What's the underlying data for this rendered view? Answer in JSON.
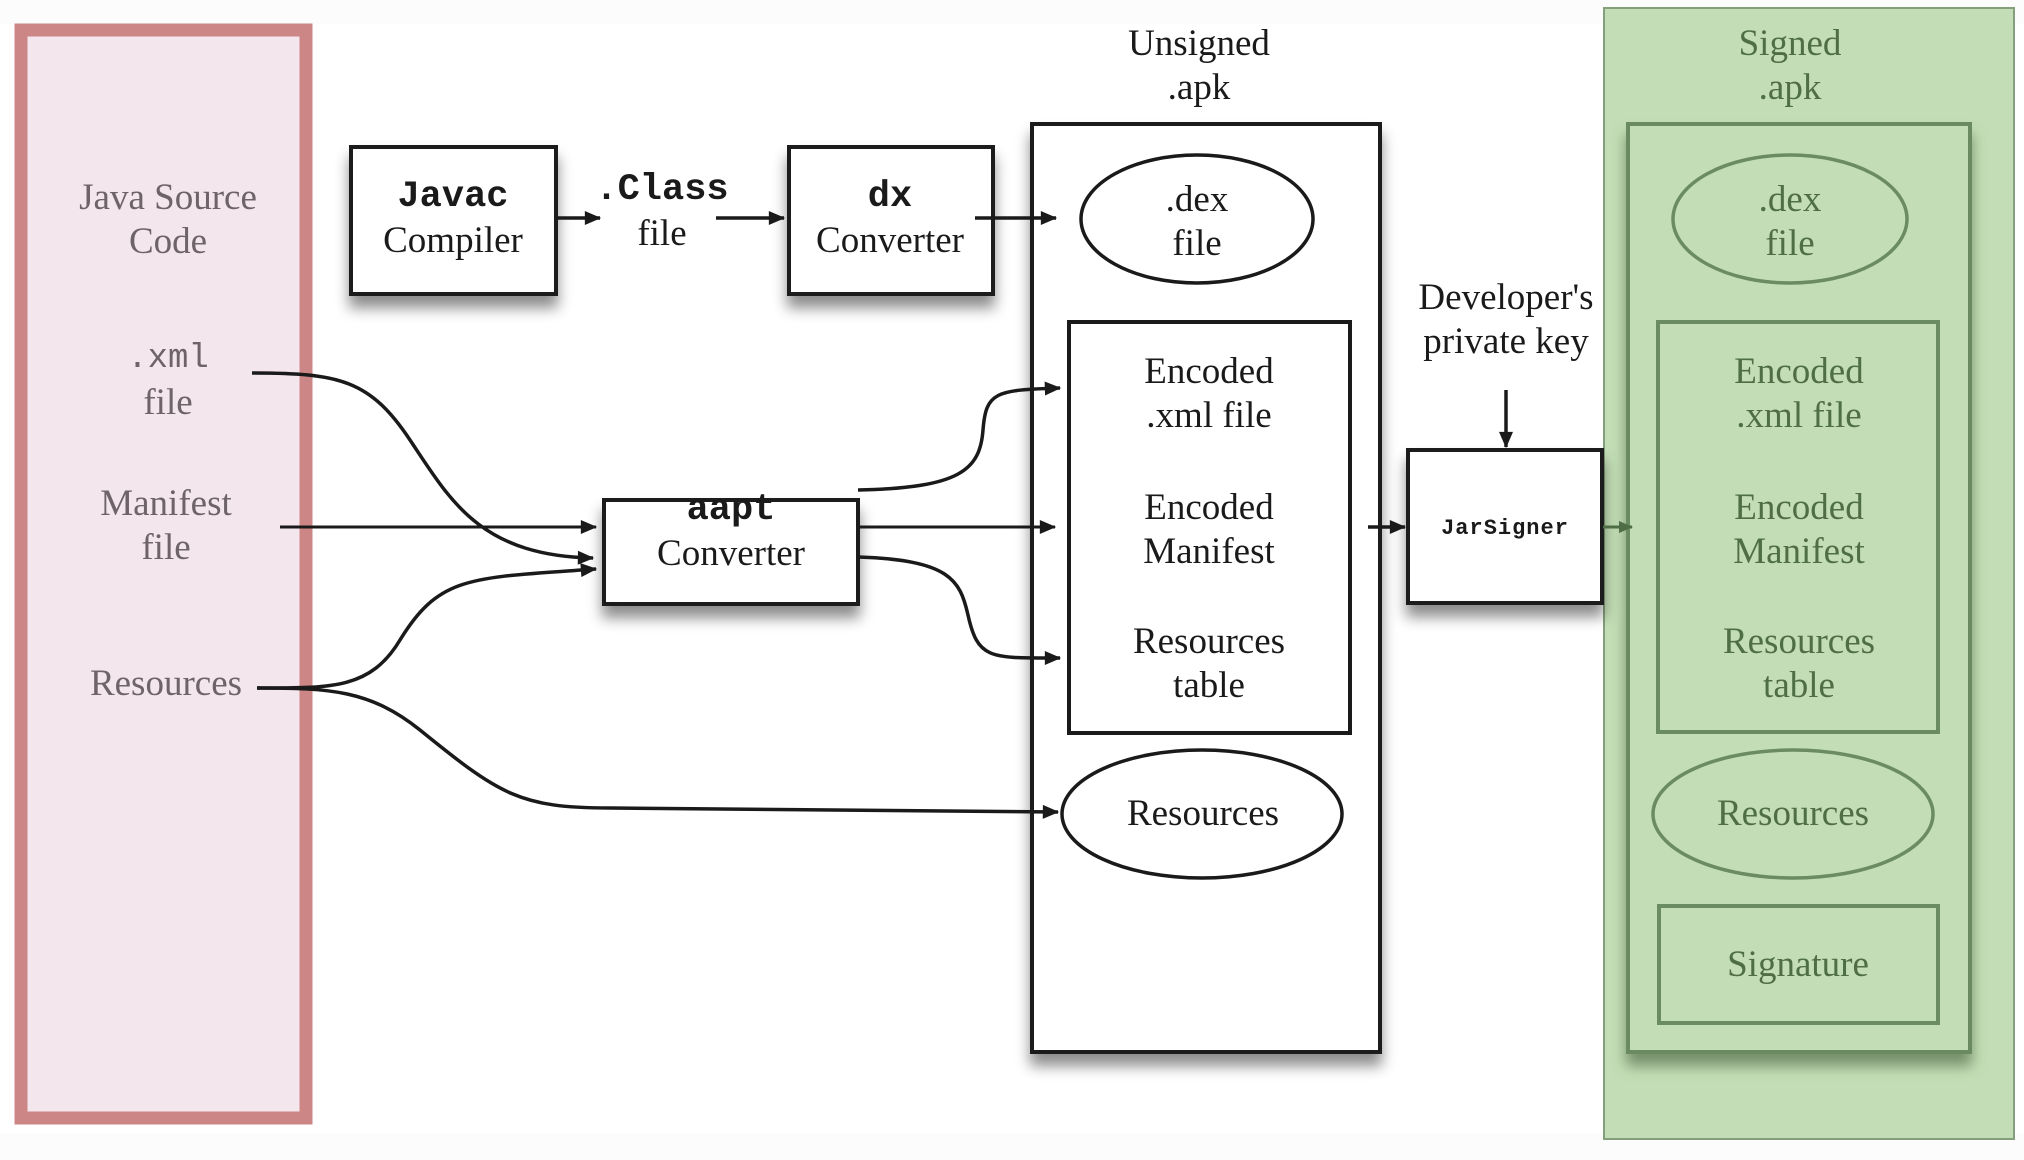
{
  "title": "Android APK build process",
  "colors": {
    "source_panel_border": "#cd8686",
    "source_panel_fill": "#f3e6ed",
    "signed_panel_fill": "#c3deb6",
    "signed_panel_stroke": "#6b8b62",
    "ink": "#1a1a1a"
  },
  "source_panel": {
    "items": [
      {
        "lines": [
          "Java Source",
          "Code"
        ]
      },
      {
        "lines": [
          ".xml",
          "file"
        ],
        "mono_first": true
      },
      {
        "lines": [
          "Manifest",
          "file"
        ]
      },
      {
        "lines": [
          "Resources"
        ]
      }
    ]
  },
  "tools": {
    "javac": {
      "line1": "Javac",
      "line2": "Compiler"
    },
    "dx": {
      "line1": "dx",
      "line2": "Converter"
    },
    "aapt": {
      "line1": "aapt",
      "line2": "Converter"
    },
    "jarsigner": {
      "label": "JarSigner"
    }
  },
  "intermediate": {
    "class_file": {
      "line1": ".Class",
      "line2": "file"
    }
  },
  "key": {
    "line1": "Developer's",
    "line2": "private key"
  },
  "unsigned_apk": {
    "title_line1": "Unsigned",
    "title_line2": ".apk",
    "dex": {
      "line1": ".dex",
      "line2": "file"
    },
    "encoded": {
      "xml_line1": "Encoded",
      "xml_line2": ".xml file",
      "manifest_line1": "Encoded",
      "manifest_line2": "Manifest",
      "res_line1": "Resources",
      "res_line2": "table"
    },
    "resources": "Resources"
  },
  "signed_apk": {
    "title_line1": "Signed",
    "title_line2": ".apk",
    "dex": {
      "line1": ".dex",
      "line2": "file"
    },
    "encoded": {
      "xml_line1": "Encoded",
      "xml_line2": ".xml file",
      "manifest_line1": "Encoded",
      "manifest_line2": "Manifest",
      "res_line1": "Resources",
      "res_line2": "table"
    },
    "resources": "Resources",
    "signature": "Signature"
  }
}
